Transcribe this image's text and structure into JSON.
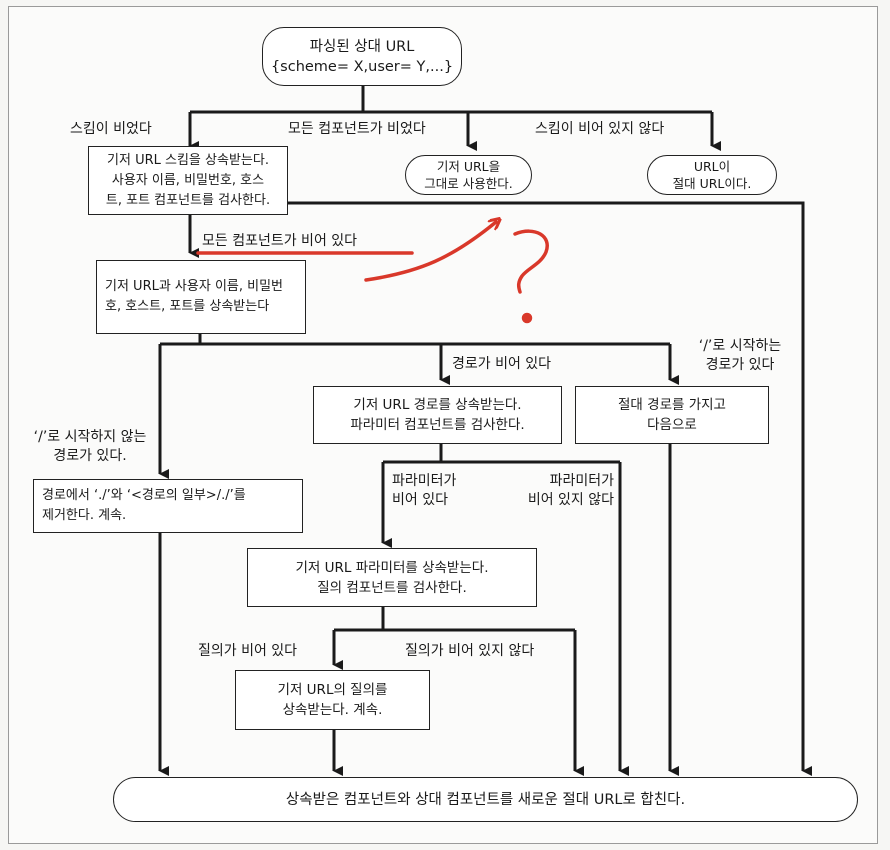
{
  "nodes": {
    "start": "파싱된 상대 URL\n{scheme= X,user= Y,...}",
    "inherit_scheme": "기저 URL 스킴을 상속받는다.\n사용자 이름, 비밀번호, 호스\n트, 포트 컴포넌트를 검사한다.",
    "use_base": "기저 URL을\n그대로 사용한다.",
    "absolute": "URL이\n절대 URL이다.",
    "inherit_host": "기저 URL과 사용자 이름, 비밀번\n호, 호스트, 포트를 상속받는다",
    "inherit_path": "기저 URL 경로를 상속받는다.\n파라미터 컴포넌트를 검사한다.",
    "absolute_path": "절대 경로를 가지고\n다음으로",
    "remove_dots": "경로에서 ‘./’와 ‘<경로의 일부>/./’를\n제거한다. 계속.",
    "inherit_params": "기저 URL 파라미터를 상속받는다.\n질의 컴포넌트를 검사한다.",
    "inherit_query": "기저 URL의 질의를\n상속받는다. 계속.",
    "merge": "상속받은 컴포넌트와 상대 컴포넌트를 새로운 절대 URL로 합친다."
  },
  "labels": {
    "scheme_empty": "스킴이 비었다",
    "all_empty": "모든 컴포넌트가 비었다",
    "scheme_not_empty": "스킴이 비어 있지 않다",
    "components_empty": "모든 컴포넌트가 비어 있다",
    "path_empty": "경로가 비어 있다",
    "path_slash": "‘/’로 시작하는\n경로가 있다",
    "path_no_slash": "‘/’로 시작하지 않는\n경로가 있다.",
    "params_empty": "파라미터가\n비어 있다",
    "params_not_empty": "파라미터가\n비어 있지 않다",
    "query_empty": "질의가 비어 있다",
    "query_not_empty": "질의가 비어 있지 않다"
  },
  "colors": {
    "line": "#1a1a1a",
    "annotation": "#d9382a"
  }
}
